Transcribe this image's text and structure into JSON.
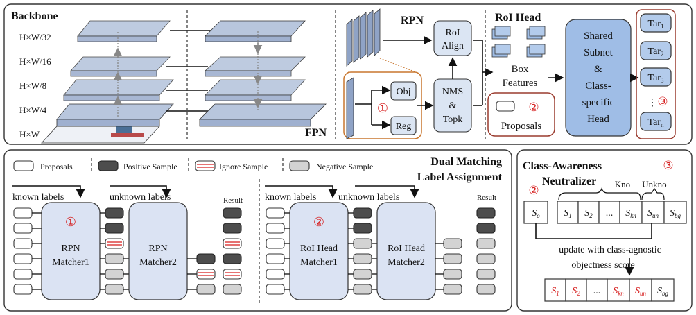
{
  "top": {
    "backbone_title": "Backbone",
    "scales": [
      "H×W/32",
      "H×W/16",
      "H×W/8",
      "H×W/4",
      "H×W"
    ],
    "fpn_label": "FPN",
    "rpn_label": "RPN",
    "obj_label": "Obj",
    "reg_label": "Reg",
    "roi_align": [
      "RoI",
      "Align"
    ],
    "nms_topk": [
      "NMS",
      "&",
      "Topk"
    ],
    "roi_head_title": "RoI Head",
    "box_features": [
      "Box",
      "Features"
    ],
    "proposals_label": "Proposals",
    "subnet_lines": [
      "Shared",
      "Subnet",
      "&",
      "Class-",
      "specific",
      "Head"
    ],
    "tar_labels": [
      {
        "base": "Tar",
        "sub": "1"
      },
      {
        "base": "Tar",
        "sub": "2"
      },
      {
        "base": "Tar",
        "sub": "3"
      },
      {
        "base": "Tar",
        "sub": "n"
      }
    ],
    "dots": "⋮",
    "circle_1": "①",
    "circle_2": "②",
    "circle_3": "③"
  },
  "bottom_left": {
    "legend": {
      "proposals": "Proposals",
      "positive": "Positive Sample",
      "ignore": "Ignore Sample",
      "negative": "Negative Sample"
    },
    "title_lines": [
      "Dual Matching",
      "Label Assignment"
    ],
    "known_labels": "known labels",
    "unknown_labels": "unknown labels",
    "result": "Result",
    "rpn_m1": [
      "RPN",
      "Matcher1"
    ],
    "rpn_m2": [
      "RPN",
      "Matcher2"
    ],
    "roi_m1": [
      "RoI Head",
      "Matcher1"
    ],
    "roi_m2": [
      "RoI Head",
      "Matcher2"
    ],
    "circle_1": "①",
    "circle_2": "②"
  },
  "bottom_right": {
    "title_lines": [
      "Class-Awareness",
      "Neutralizer"
    ],
    "circle_2": "②",
    "circle_3": "③",
    "kno": "Kno",
    "unkno": "Unkno",
    "row1": [
      {
        "base": "S",
        "sub": "o"
      },
      {
        "base": "S",
        "sub": "1"
      },
      {
        "base": "S",
        "sub": "2"
      },
      {
        "base": "...",
        "sub": ""
      },
      {
        "base": "S",
        "sub": "kn"
      },
      {
        "base": "S",
        "sub": "un"
      },
      {
        "base": "S",
        "sub": "bg"
      }
    ],
    "update_lines": [
      "update with class-agnostic",
      "objectness score"
    ],
    "row2": [
      {
        "base": "S",
        "sub": "1",
        "color": "#d61f1f"
      },
      {
        "base": "S",
        "sub": "2",
        "color": "#d61f1f"
      },
      {
        "base": "...",
        "sub": "",
        "color": "#111111"
      },
      {
        "base": "S",
        "sub": "kn",
        "color": "#d61f1f"
      },
      {
        "base": "S",
        "sub": "un",
        "color": "#d61f1f"
      },
      {
        "base": "S",
        "sub": "bg",
        "color": "#111111"
      }
    ]
  }
}
